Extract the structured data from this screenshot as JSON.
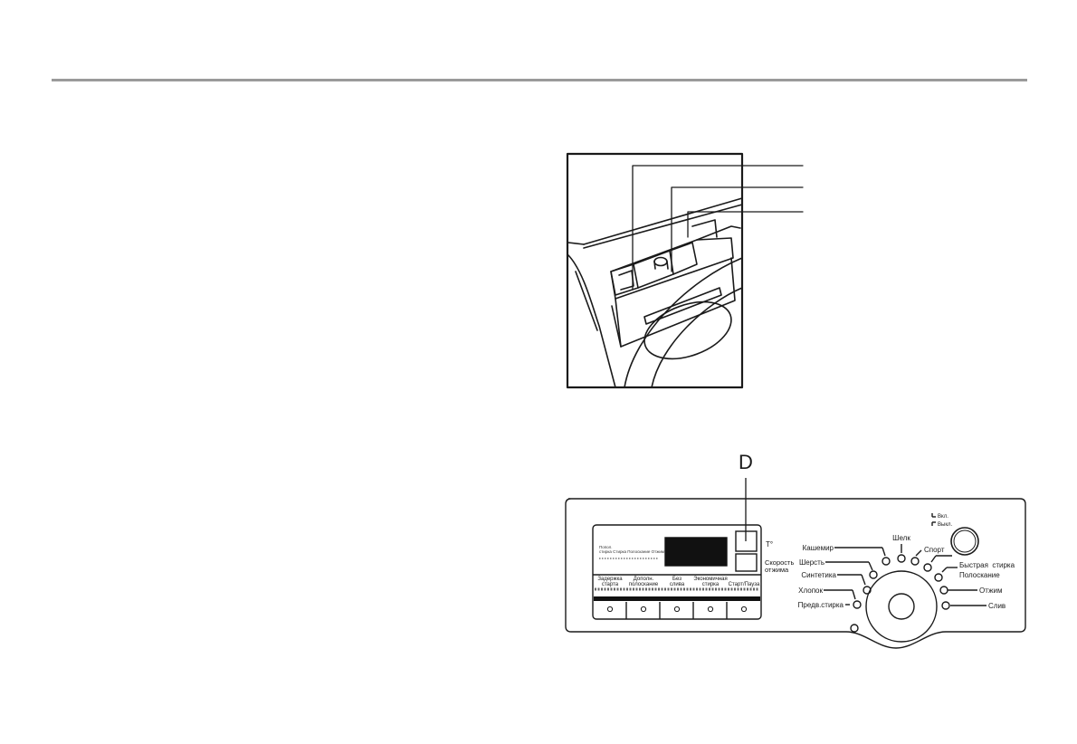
{
  "panel": {
    "callout_letter": "D",
    "display_caption_line1": "Попол.",
    "display_caption_line2": "стирка Стирка Полоскание Отжим",
    "temperature_label": "T°",
    "spin_speed_label_line1": "Скорость",
    "spin_speed_label_line2": "отжима",
    "buttons": [
      {
        "line1": "Задержка",
        "line2": "старта"
      },
      {
        "line1": "Дополн.",
        "line2": "полоскание"
      },
      {
        "line1": "Без",
        "line2": "слива"
      },
      {
        "line1": "Экономичная",
        "line2": "стирка"
      },
      {
        "line1": "",
        "line2": "Старт/Пауза"
      }
    ],
    "power_on_label": "Вкл.",
    "power_off_label": "Выкл.",
    "programs_left": [
      "Кашемир",
      "Шерсть",
      "Синтетика",
      "Хлопок",
      "Предв.стирка"
    ],
    "programs_top": [
      "Шелк",
      "Спорт"
    ],
    "programs_right": [
      "Быстрая  стирка",
      "Полоскание",
      "Отжим",
      "Слив"
    ]
  },
  "colors": {
    "line": "#1a1a1a",
    "rule": "#9a9a9a",
    "lcd": "#111111",
    "background": "#ffffff"
  }
}
